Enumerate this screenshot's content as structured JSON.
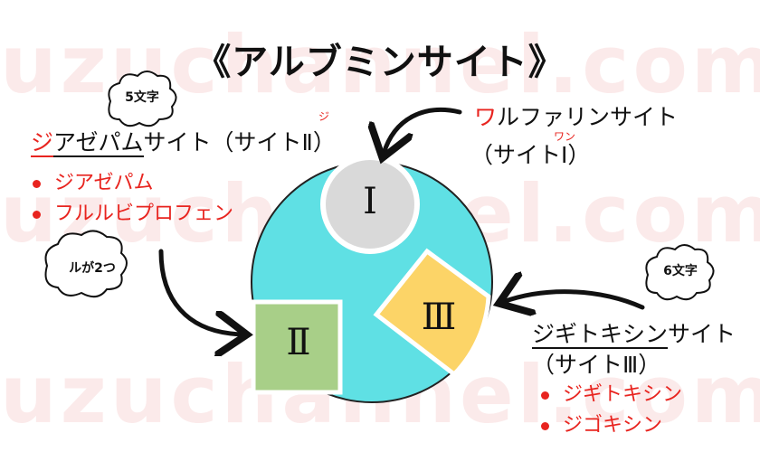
{
  "watermark": [
    "uzuchannel.com",
    "uzuchannel.com",
    "uzuchannel.com"
  ],
  "title": "《アルブミンサイト》",
  "site2": {
    "cloud": "5文字",
    "name_red": "ジ",
    "name_rest": "アゼパム",
    "suffix": "サイト（サイトⅡ）",
    "ruby": "ジ",
    "drugs": [
      "ジアゼパム",
      "フルルビプロフェン"
    ],
    "cloud2": "ルが2つ"
  },
  "site1": {
    "name_red": "ワ",
    "name_rest": "ルファリンサイト",
    "sub": "（サイトⅠ）",
    "ruby": "ワン"
  },
  "site3": {
    "cloud": "6文字",
    "name": "ジギトキシン",
    "suffix": "サイト",
    "sub": "（サイトⅢ）",
    "drugs": [
      "ジギトキシン",
      "ジゴキシン"
    ]
  },
  "diagram": {
    "labels": [
      "Ⅰ",
      "Ⅱ",
      "Ⅲ"
    ],
    "colors": {
      "circle": "#5fe0e4",
      "site1": "#d9d9d9",
      "site2": "#a8cf88",
      "site3": "#fcd467"
    }
  }
}
